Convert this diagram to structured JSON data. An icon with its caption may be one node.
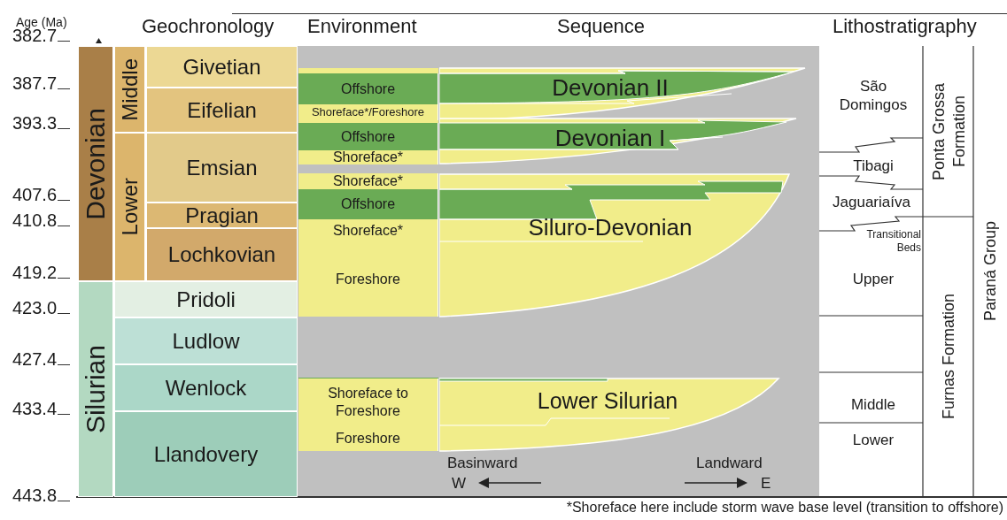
{
  "diagram": {
    "caption": "*Shoreface here include storm wave base level (transition to offshore)",
    "nodes": [
      {
        "text": [
          "Devonian"
        ]
      },
      {
        "text": [
          "Silurian"
        ]
      },
      {
        "text": [
          "Middle"
        ]
      },
      {
        "text": [
          "Lower"
        ]
      },
      {
        "text": [
          "Givetian"
        ]
      },
      {
        "text": [
          "Eifelian"
        ]
      },
      {
        "text": [
          "Emsian"
        ]
      },
      {
        "text": [
          "Pragian"
        ]
      },
      {
        "text": [
          "Lochkovian"
        ]
      },
      {
        "text": [
          "Pridoli"
        ]
      },
      {
        "text": [
          "Ludlow"
        ]
      },
      {
        "text": [
          "Wenlock"
        ]
      },
      {
        "text": [
          "Llandovery"
        ]
      },
      {
        "text": [
          "Offshore"
        ]
      },
      {
        "text": [
          "Shoreface*/Foreshore"
        ]
      },
      {
        "text": [
          "Offshore"
        ]
      },
      {
        "text": [
          "Shoreface*"
        ]
      },
      {
        "text": [
          "Shoreface*"
        ]
      },
      {
        "text": [
          "Offshore"
        ]
      },
      {
        "text": [
          "Shoreface*"
        ]
      },
      {
        "text": [
          "Foreshore"
        ]
      },
      {
        "text": [
          "Shoreface to Foreshore"
        ]
      },
      {
        "text": [
          "Foreshore"
        ]
      },
      {
        "text": [
          "Devonian II"
        ]
      },
      {
        "text": [
          "Devonian I"
        ]
      },
      {
        "text": [
          "Siluro-Devonian"
        ]
      },
      {
        "text": [
          "Lower Silurian"
        ]
      },
      {
        "text": [
          "São Domingos"
        ]
      },
      {
        "text": [
          "Tibagi"
        ]
      },
      {
        "text": [
          "Jaguariaíva"
        ]
      },
      {
        "text": [
          "Transitional Beds"
        ]
      },
      {
        "text": [
          "Upper"
        ]
      },
      {
        "text": [
          "Middle"
        ]
      },
      {
        "text": [
          "Lower"
        ]
      },
      {
        "text": [
          "Ponta Grossa Formation"
        ]
      },
      {
        "text": [
          "Furnas Formation"
        ]
      },
      {
        "text": [
          "Paraná Group"
        ]
      }
    ],
    "edges": [],
    "labels": [
      "Age (Ma)",
      "Geochronology",
      "Environment",
      "Sequence",
      "Lithostratigraphy",
      "382.7",
      "387.7",
      "393.3",
      "407.6",
      "410.8",
      "419.2",
      "423.0",
      "427.4",
      "433.4",
      "443.8",
      "Basinward",
      "W",
      "Landward",
      "E"
    ]
  }
}
